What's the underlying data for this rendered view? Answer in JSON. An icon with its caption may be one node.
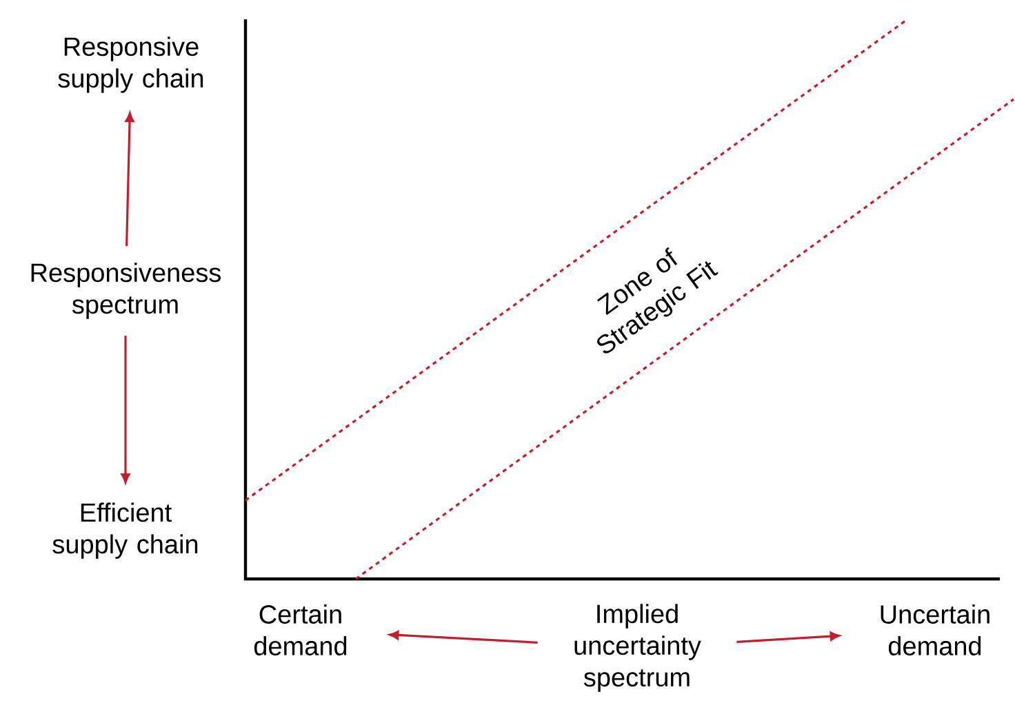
{
  "diagram": {
    "nodes": [
      {
        "text": [
          "Responsive supply chain"
        ]
      },
      {
        "text": [
          "Responsiveness spectrum"
        ]
      },
      {
        "text": [
          "Efficient supply chain"
        ]
      },
      {
        "text": [
          "Certain demand"
        ]
      },
      {
        "text": [
          "Implied uncertainty spectrum"
        ]
      },
      {
        "text": [
          "Uncertain demand"
        ]
      }
    ],
    "edges": [
      {
        "from": 1,
        "to": 0,
        "arrow": "to"
      },
      {
        "from": 1,
        "to": 2,
        "arrow": "to"
      },
      {
        "from": 4,
        "to": 3,
        "arrow": "to"
      },
      {
        "from": 4,
        "to": 5,
        "arrow": "to"
      }
    ],
    "labels": [
      "Zone of Strategic Fit"
    ]
  }
}
